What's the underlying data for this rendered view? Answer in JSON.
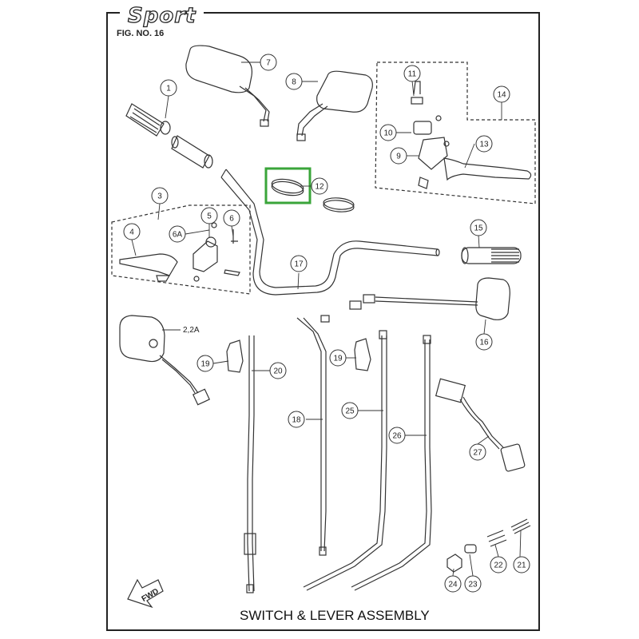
{
  "header": {
    "brand": "Sport",
    "fig_no": "FIG. NO. 16"
  },
  "title": "SWITCH & LEVER  ASSEMBLY",
  "fwd_label": "FWD",
  "highlight_color": "#3aa53a",
  "callouts": [
    "1",
    "2,2A",
    "3",
    "4",
    "5",
    "6",
    "6A",
    "7",
    "8",
    "9",
    "10",
    "11",
    "12",
    "13",
    "14",
    "15",
    "16",
    "17",
    "18",
    "19",
    "19",
    "20",
    "21",
    "22",
    "23",
    "24",
    "25",
    "26",
    "27"
  ]
}
